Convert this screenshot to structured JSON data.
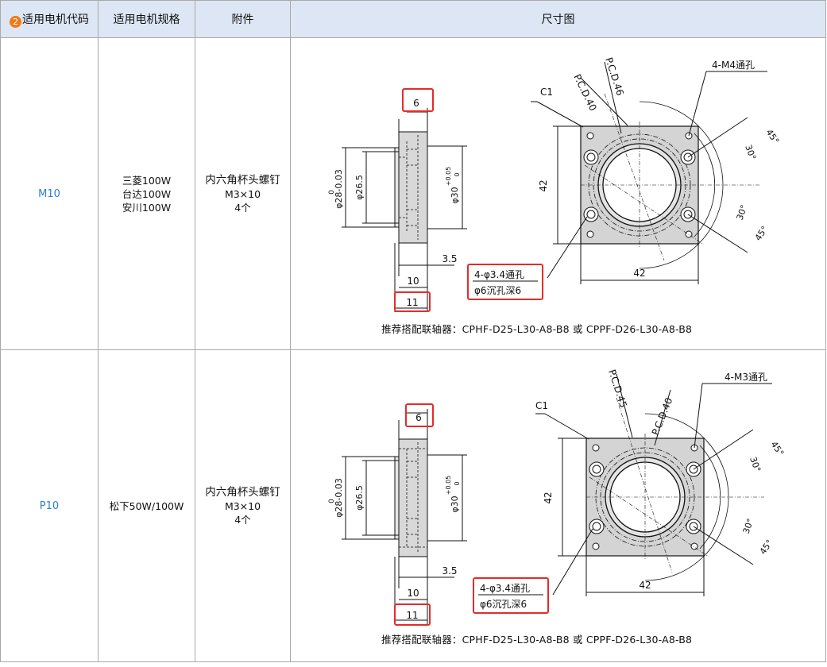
{
  "header": {
    "badge": "2",
    "col_code": "适用电机代码",
    "col_spec": "适用电机规格",
    "col_accessory": "附件",
    "col_drawing": "尺寸图"
  },
  "rows": [
    {
      "code": "M10",
      "motors": [
        "三菱100W",
        "台达100W",
        "安川100W"
      ],
      "accessory": [
        "内六角杯头螺钉",
        "M3×10",
        "4个"
      ],
      "drawing": {
        "dim_6": "6",
        "dim_28": "φ28-0.03",
        "dim_28_tol": "0",
        "dim_26_5": "φ26.5",
        "dim_30": "φ30",
        "dim_30_tol_up": "+0.05",
        "dim_30_tol_dn": "0",
        "dim_3_5": "3.5",
        "dim_10": "10",
        "dim_11": "11",
        "c1": "C1",
        "pcd_a": "P.C.D.40",
        "pcd_b": "P.C.D.46",
        "tap": "4-M4通孔",
        "dim_42v": "42",
        "dim_42h": "42",
        "ang_45a": "45°",
        "ang_30a": "30°",
        "ang_30b": "30°",
        "ang_45b": "45°",
        "hole_1": "4-φ3.4通孔",
        "hole_2": "φ6沉孔深6"
      },
      "footer": "推荐搭配联轴器：CPHF-D25-L30-A8-B8 或 CPPF-D26-L30-A8-B8"
    },
    {
      "code": "P10",
      "motors": [
        "松下50W/100W"
      ],
      "accessory": [
        "内六角杯头螺钉",
        "M3×10",
        "4个"
      ],
      "drawing": {
        "dim_6": "6",
        "dim_28": "φ28-0.03",
        "dim_28_tol": "0",
        "dim_26_5": "φ26.5",
        "dim_30": "φ30",
        "dim_30_tol_up": "+0.05",
        "dim_30_tol_dn": "0",
        "dim_3_5": "3.5",
        "dim_10": "10",
        "dim_11": "11",
        "c1": "C1",
        "pcd_a": "P.C.D.45",
        "pcd_b": "P.C.D.40",
        "tap": "4-M3通孔",
        "dim_42v": "42",
        "dim_42h": "42",
        "ang_45a": "45°",
        "ang_30a": "30°",
        "ang_30b": "30°",
        "ang_45b": "45°",
        "hole_1": "4-φ3.4通孔",
        "hole_2": "φ6沉孔深6"
      },
      "footer": "推荐搭配联轴器：CPHF-D25-L30-A8-B8 或 CPPF-D26-L30-A8-B8"
    }
  ]
}
